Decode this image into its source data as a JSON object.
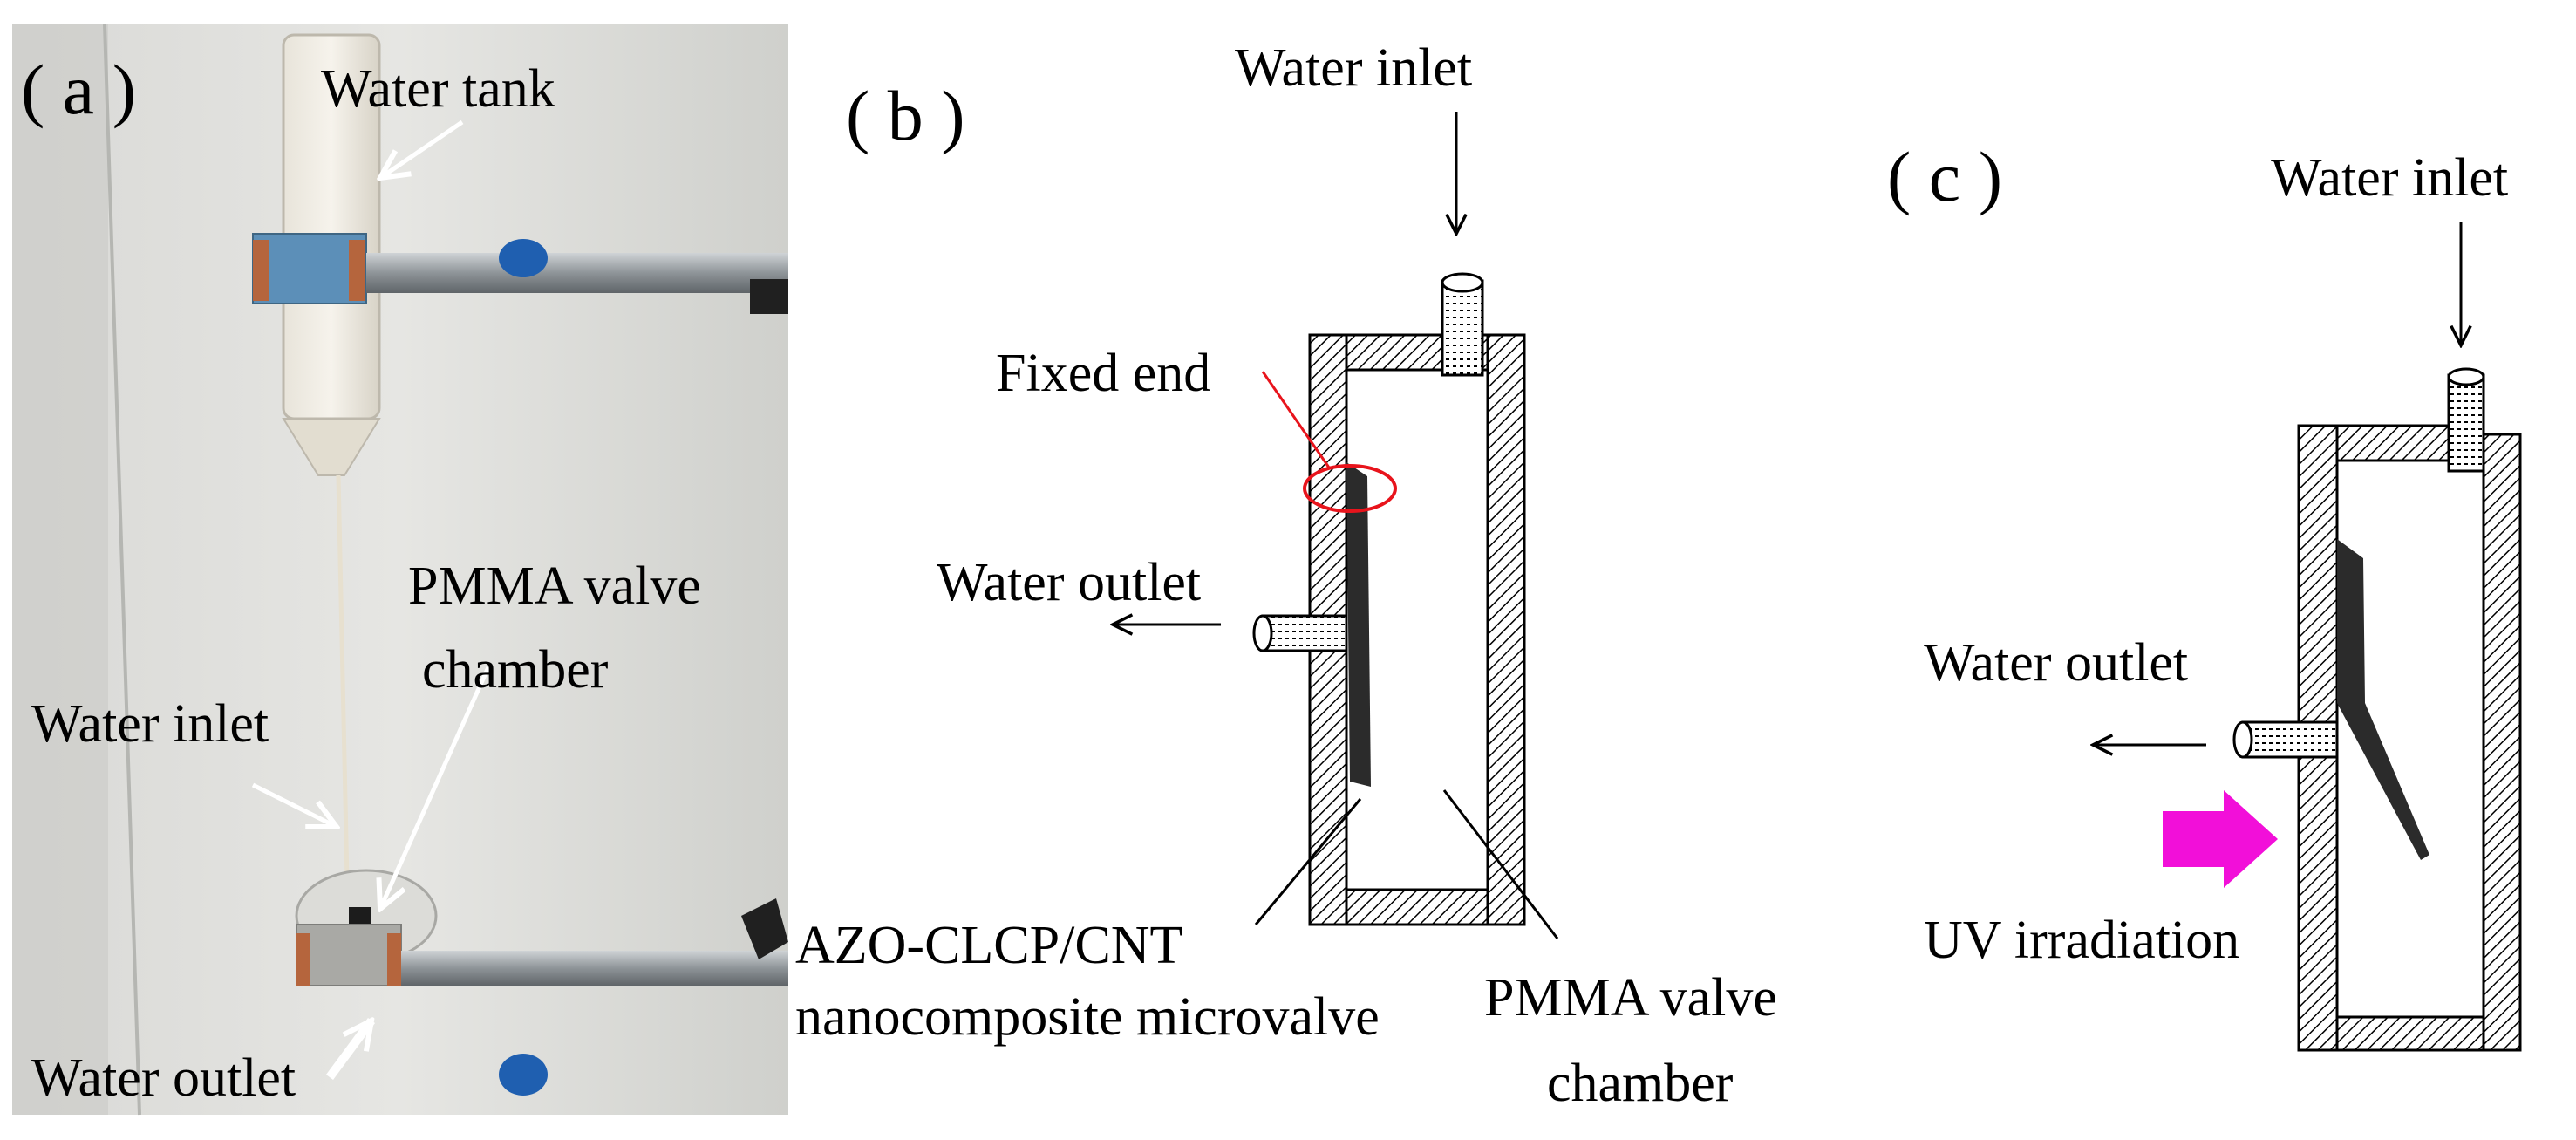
{
  "panel_a": {
    "label": "( a )",
    "water_tank": "Water tank",
    "pmma_line1": "PMMA valve",
    "pmma_line2": "chamber",
    "water_inlet": "Water inlet",
    "water_outlet": "Water outlet"
  },
  "panel_b": {
    "label": "( b )",
    "water_inlet": "Water inlet",
    "fixed_end": "Fixed end",
    "water_outlet": "Water outlet",
    "valve_line1": "AZO-CLCP/CNT",
    "valve_line2": "nanocomposite microvalve",
    "pmma_line1": "PMMA valve",
    "pmma_line2": "chamber"
  },
  "panel_c": {
    "label": "( c )",
    "water_inlet": "Water inlet",
    "water_outlet": "Water outlet",
    "uv": "UV irradiation"
  },
  "colors": {
    "fixed_end_marker": "#e8141c",
    "uv_arrow": "#f20fd9",
    "strip": "#2b2b2b"
  }
}
